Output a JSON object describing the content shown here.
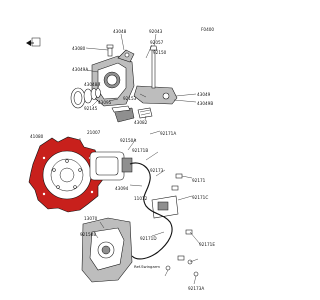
{
  "brand_colors": {
    "disc_red": "#c8201c",
    "line": "#111111",
    "background": "#ffffff"
  },
  "page_code": "F0400",
  "parts": [
    {
      "id": "p43048",
      "number": "43048"
    },
    {
      "id": "p92043",
      "number": "92043"
    },
    {
      "id": "p92057",
      "number": "92057"
    },
    {
      "id": "p43080",
      "number": "43080"
    },
    {
      "id": "p92150",
      "number": "92150"
    },
    {
      "id": "p43049A",
      "number": "43049A"
    },
    {
      "id": "p43049",
      "number": "43049"
    },
    {
      "id": "p43048A",
      "number": "43048A"
    },
    {
      "id": "p43049B",
      "number": "43049B"
    },
    {
      "id": "p92145",
      "number": "92145"
    },
    {
      "id": "p43082",
      "number": "43082"
    },
    {
      "id": "p92153",
      "number": "92153"
    },
    {
      "id": "p43095",
      "number": "43095"
    },
    {
      "id": "p41080",
      "number": "41080"
    },
    {
      "id": "p21007",
      "number": "21007"
    },
    {
      "id": "p92150A",
      "number": "92150A"
    },
    {
      "id": "p92171A",
      "number": "92171A"
    },
    {
      "id": "p92171B",
      "number": "92171B"
    },
    {
      "id": "p92173",
      "number": "92173"
    },
    {
      "id": "p43094",
      "number": "43094"
    },
    {
      "id": "p11012",
      "number": "11012"
    },
    {
      "id": "p13070",
      "number": "13070"
    },
    {
      "id": "p92171",
      "number": "92171"
    },
    {
      "id": "p92171C",
      "number": "92171C"
    },
    {
      "id": "p92150B",
      "number": "92150B"
    },
    {
      "id": "p92171D",
      "number": "92171D"
    },
    {
      "id": "p92171E",
      "number": "92171E"
    },
    {
      "id": "p92173A",
      "number": "92173A"
    }
  ],
  "reference_note": "Ref.Swingarm",
  "icons": [
    "front-arrow-icon"
  ]
}
